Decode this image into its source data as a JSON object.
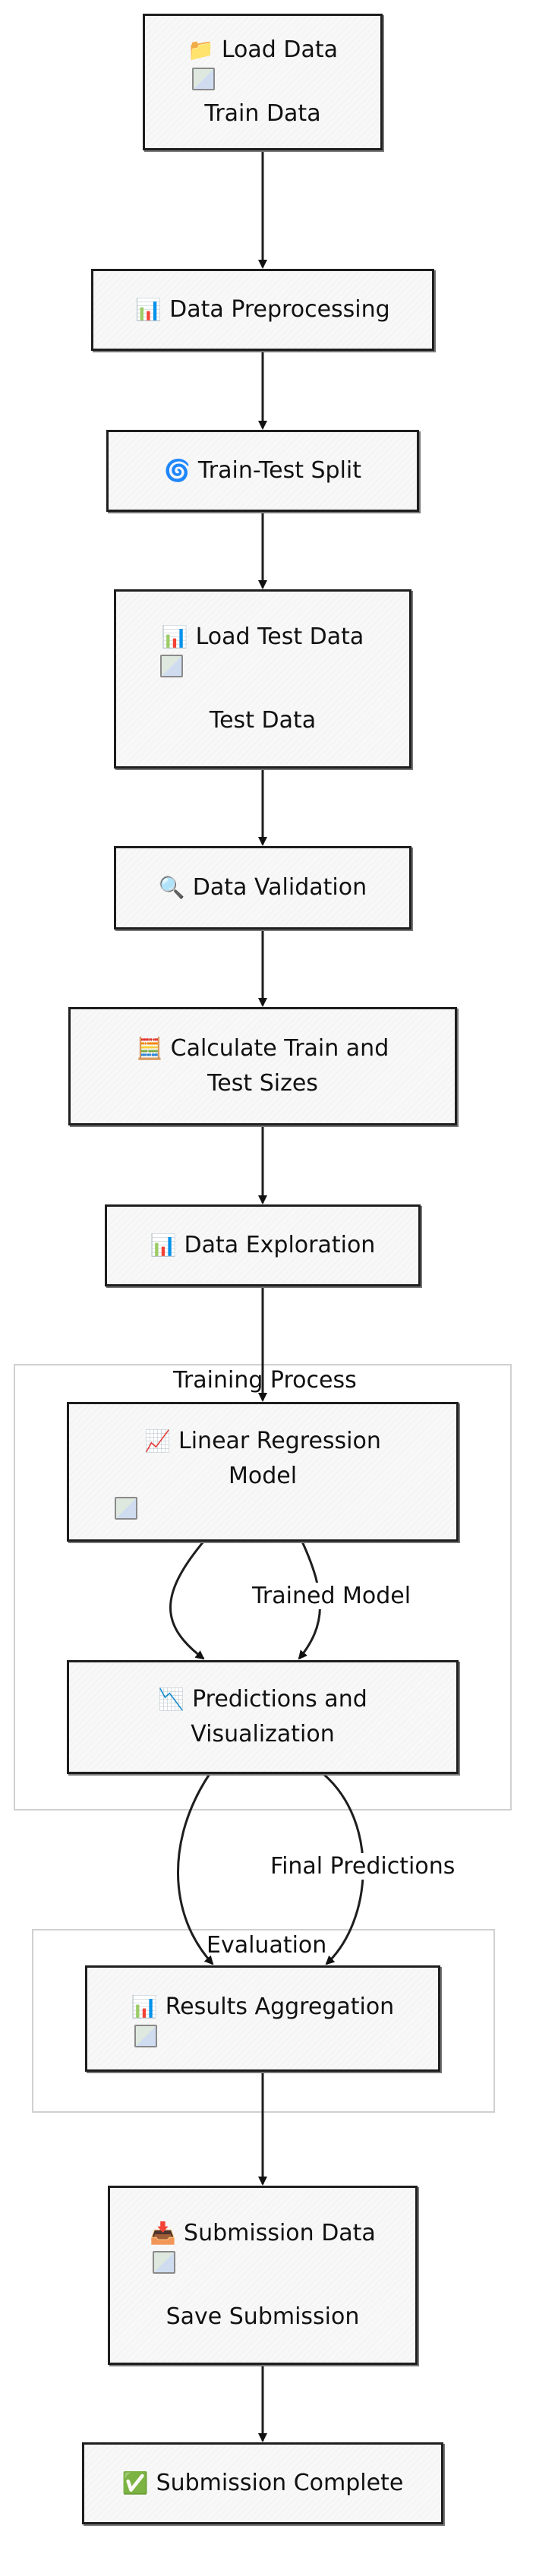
{
  "groups": {
    "training": "Training Process",
    "evaluation": "Evaluation"
  },
  "nodes": {
    "load_data": {
      "icon": "folder-icon",
      "title": "Load Data",
      "caption": "Train Data"
    },
    "preprocessing": {
      "icon": "bar-chart-icon",
      "title": "Data Preprocessing"
    },
    "split": {
      "icon": "cyclone-icon",
      "title": "Train-Test Split"
    },
    "load_test": {
      "icon": "bar-chart-icon",
      "title": "Load Test Data",
      "caption": "Test Data"
    },
    "validation": {
      "icon": "magnifier-icon",
      "title": "Data Validation"
    },
    "sizes": {
      "icon": "abacus-icon",
      "line1": "Calculate Train and",
      "line2": "Test Sizes"
    },
    "exploration": {
      "icon": "bar-chart-icon",
      "title": "Data Exploration"
    },
    "model": {
      "icon": "chart-increasing-icon",
      "line1": "Linear Regression",
      "line2": "Model"
    },
    "predictions": {
      "icon": "chart-decreasing-icon",
      "line1": "Predictions and",
      "line2": "Visualization"
    },
    "aggregation": {
      "icon": "bar-chart-icon",
      "title": "Results Aggregation"
    },
    "submission": {
      "icon": "inbox-tray-icon",
      "title": "Submission Data",
      "caption": "Save Submission"
    },
    "complete": {
      "icon": "check-mark-icon",
      "title": "Submission Complete"
    }
  },
  "edges": {
    "trained_model": "Trained Model",
    "final_predictions": "Final Predictions"
  }
}
